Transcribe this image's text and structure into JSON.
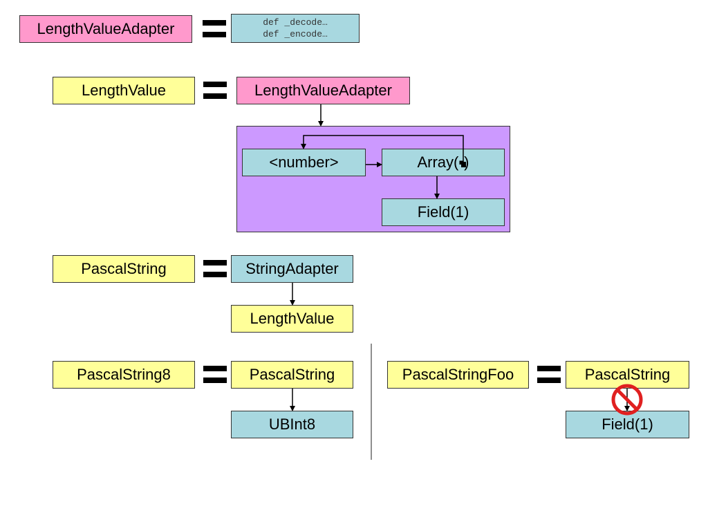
{
  "row1": {
    "name": "LengthValueAdapter",
    "code_lines": [
      "def _decode…",
      "def _encode…"
    ]
  },
  "row2": {
    "name": "LengthValue",
    "adapter": "LengthValueAdapter",
    "number": "<number>",
    "array": "Array(▪)",
    "field": "Field(1)"
  },
  "row3": {
    "name": "PascalString",
    "adapter": "StringAdapter",
    "child": "LengthValue"
  },
  "row4": {
    "name": "PascalString8",
    "target": "PascalString",
    "child": "UBInt8"
  },
  "row5": {
    "name": "PascalStringFoo",
    "target": "PascalString",
    "child": "Field(1)"
  },
  "colors": {
    "pink": "#ff99cc",
    "yellow": "#ffff99",
    "cyan": "#a8d8e0",
    "purple": "#cc99ff",
    "prohibit": "#e02020"
  },
  "icons": {
    "equals": "equals-icon",
    "prohibit": "prohibition-icon"
  }
}
